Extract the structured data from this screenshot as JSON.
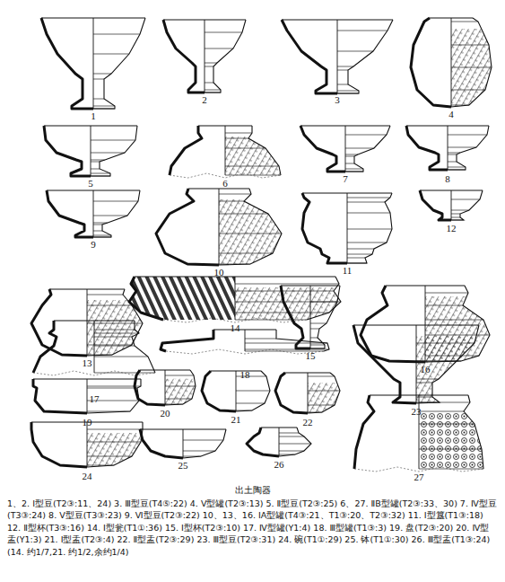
{
  "diagram": {
    "title": "出土陶器",
    "caption": "1、2. Ⅰ型豆(T2③:11、24) 3. Ⅲ型豆(T4⑤:22) 4. Ⅴ型罐(T2③:13) 5. Ⅱ型豆(T2③:25) 6、27. ⅡB型罐(T2③:33、30) 7. Ⅳ型豆(T3③:24) 8. Ⅴ型豆(T3③:23) 9. Ⅵ型豆(T2③:22) 10、13、16. ⅠA型罐(T4③:21、T1③:20、T2③:32) 11. Ⅰ型簋(T1③:18) 12. Ⅱ型杯(T3③:16) 14. Ⅰ型瓮(T1①:36) 15. Ⅰ型杯(T2③:10) 17. Ⅳ型罐(Y1:4) 18. Ⅲ型罐(T1③:3) 19. 盘(T2③:20) 20. Ⅳ型盂(Y1:3) 21. Ⅰ型盂(T2③:4) 22. Ⅱ型盂(T2③:29) 23. Ⅲ型豆(T2③:31) 24. 碗(T1①:29) 25. 钵(T1①:30) 26. Ⅲ型盂(T1③:24) (14. 约1/7,21. 约1/2,余约1/4)",
    "labels": [
      "1",
      "2",
      "3",
      "4",
      "5",
      "6",
      "7",
      "8",
      "9",
      "10",
      "11",
      "12",
      "13",
      "14",
      "15",
      "16",
      "17",
      "18",
      "19",
      "20",
      "21",
      "22",
      "23",
      "24",
      "25",
      "26",
      "27"
    ]
  }
}
